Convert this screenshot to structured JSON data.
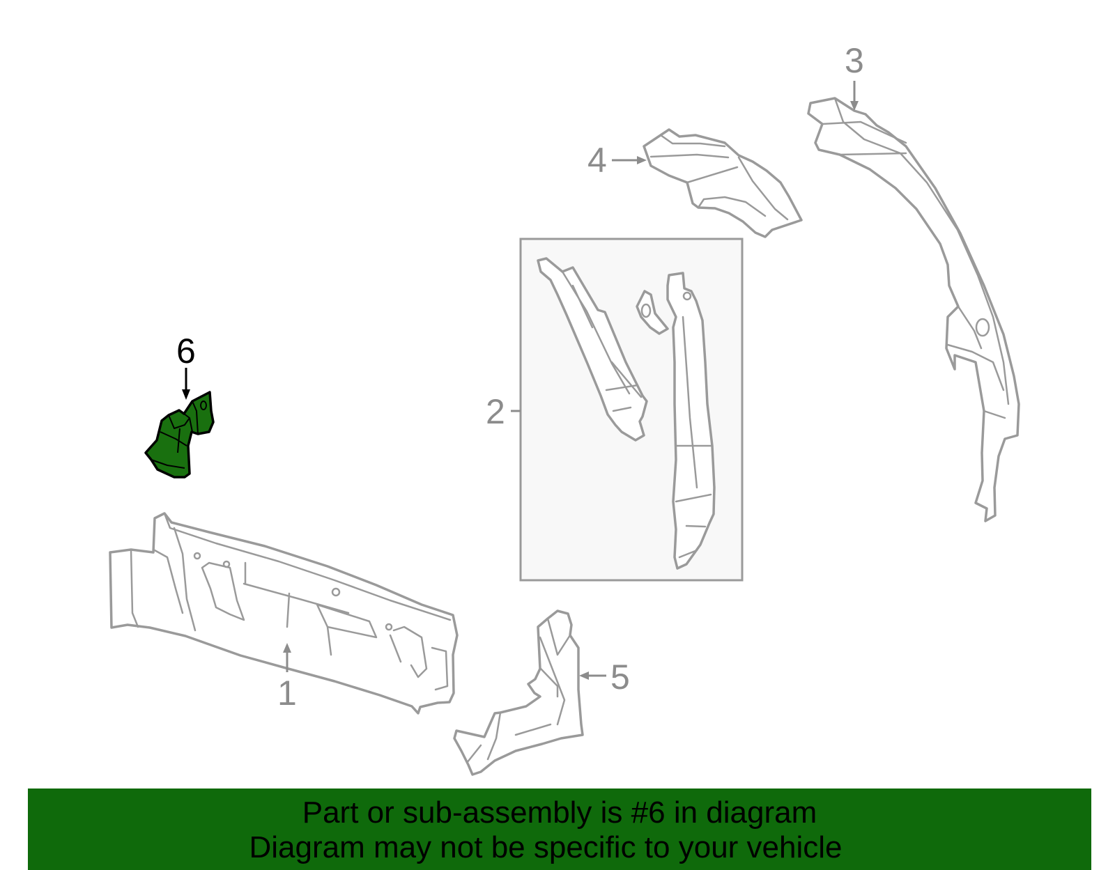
{
  "highlight_color": "#0f6a0b",
  "highlight_fill": "#19700f",
  "callouts": {
    "c1": "1",
    "c2": "2",
    "c3": "3",
    "c4": "4",
    "c5": "5",
    "c6": "6"
  },
  "banner": {
    "line1": "Part or sub-assembly is #6 in diagram",
    "line2": "Diagram may not be specific to your vehicle"
  }
}
